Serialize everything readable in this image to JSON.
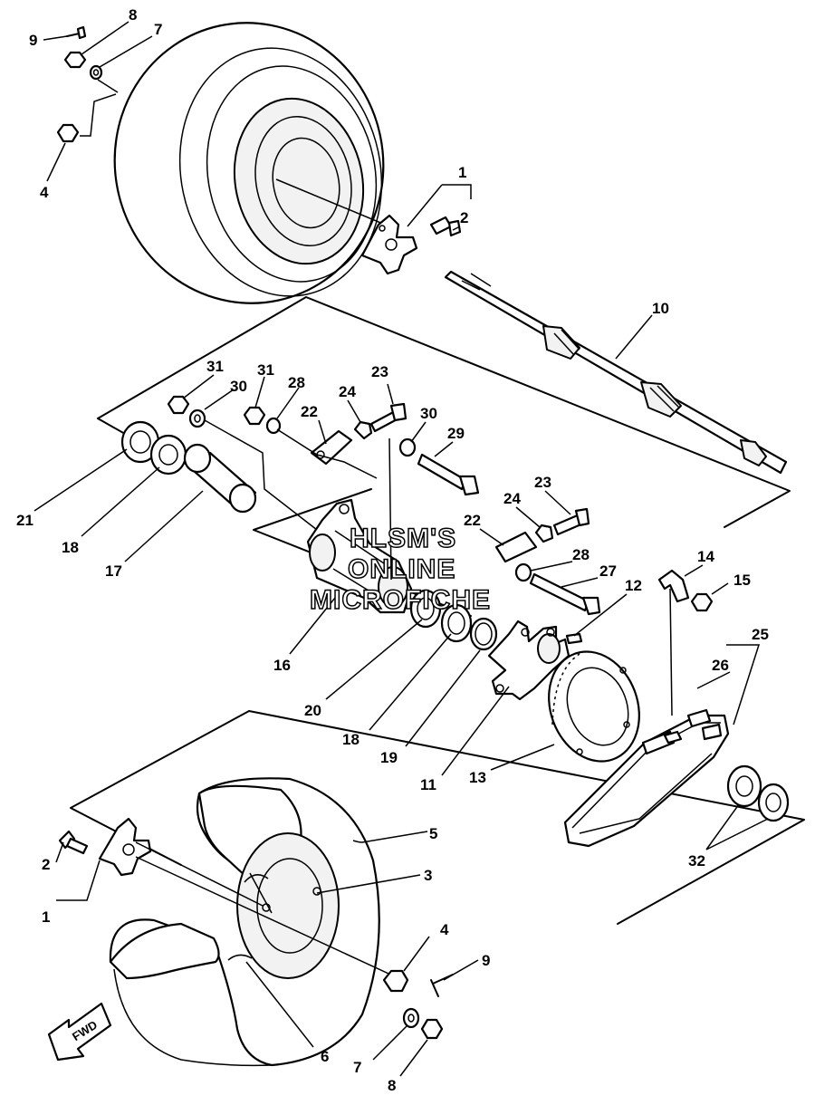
{
  "watermark": [
    "HLSM'S",
    "ONLINE",
    "MICROFICHE"
  ],
  "direction_label": "FWD",
  "callouts": [
    {
      "id": "c9a",
      "text": "9"
    },
    {
      "id": "c8a",
      "text": "8"
    },
    {
      "id": "c7a",
      "text": "7"
    },
    {
      "id": "c4a",
      "text": "4"
    },
    {
      "id": "c1a",
      "text": "1"
    },
    {
      "id": "c2a",
      "text": "2"
    },
    {
      "id": "c10",
      "text": "10"
    },
    {
      "id": "c31a",
      "text": "31"
    },
    {
      "id": "c30a",
      "text": "30"
    },
    {
      "id": "c31b",
      "text": "31"
    },
    {
      "id": "c28a",
      "text": "28"
    },
    {
      "id": "c24a",
      "text": "24"
    },
    {
      "id": "c23a",
      "text": "23"
    },
    {
      "id": "c22a",
      "text": "22"
    },
    {
      "id": "c30b",
      "text": "30"
    },
    {
      "id": "c29",
      "text": "29"
    },
    {
      "id": "c21",
      "text": "21"
    },
    {
      "id": "c18a",
      "text": "18"
    },
    {
      "id": "c17",
      "text": "17"
    },
    {
      "id": "c23b",
      "text": "23"
    },
    {
      "id": "c24b",
      "text": "24"
    },
    {
      "id": "c22b",
      "text": "22"
    },
    {
      "id": "c28b",
      "text": "28"
    },
    {
      "id": "c27",
      "text": "27"
    },
    {
      "id": "c12",
      "text": "12"
    },
    {
      "id": "c14",
      "text": "14"
    },
    {
      "id": "c15",
      "text": "15"
    },
    {
      "id": "c25",
      "text": "25"
    },
    {
      "id": "c26",
      "text": "26"
    },
    {
      "id": "c16",
      "text": "16"
    },
    {
      "id": "c20",
      "text": "20"
    },
    {
      "id": "c18b",
      "text": "18"
    },
    {
      "id": "c19",
      "text": "19"
    },
    {
      "id": "c11",
      "text": "11"
    },
    {
      "id": "c13",
      "text": "13"
    },
    {
      "id": "c5",
      "text": "5"
    },
    {
      "id": "c3",
      "text": "3"
    },
    {
      "id": "c2b",
      "text": "2"
    },
    {
      "id": "c1b",
      "text": "1"
    },
    {
      "id": "c4b",
      "text": "4"
    },
    {
      "id": "c9b",
      "text": "9"
    },
    {
      "id": "c32",
      "text": "32"
    },
    {
      "id": "c6",
      "text": "6"
    },
    {
      "id": "c7b",
      "text": "7"
    },
    {
      "id": "c8b",
      "text": "8"
    }
  ]
}
